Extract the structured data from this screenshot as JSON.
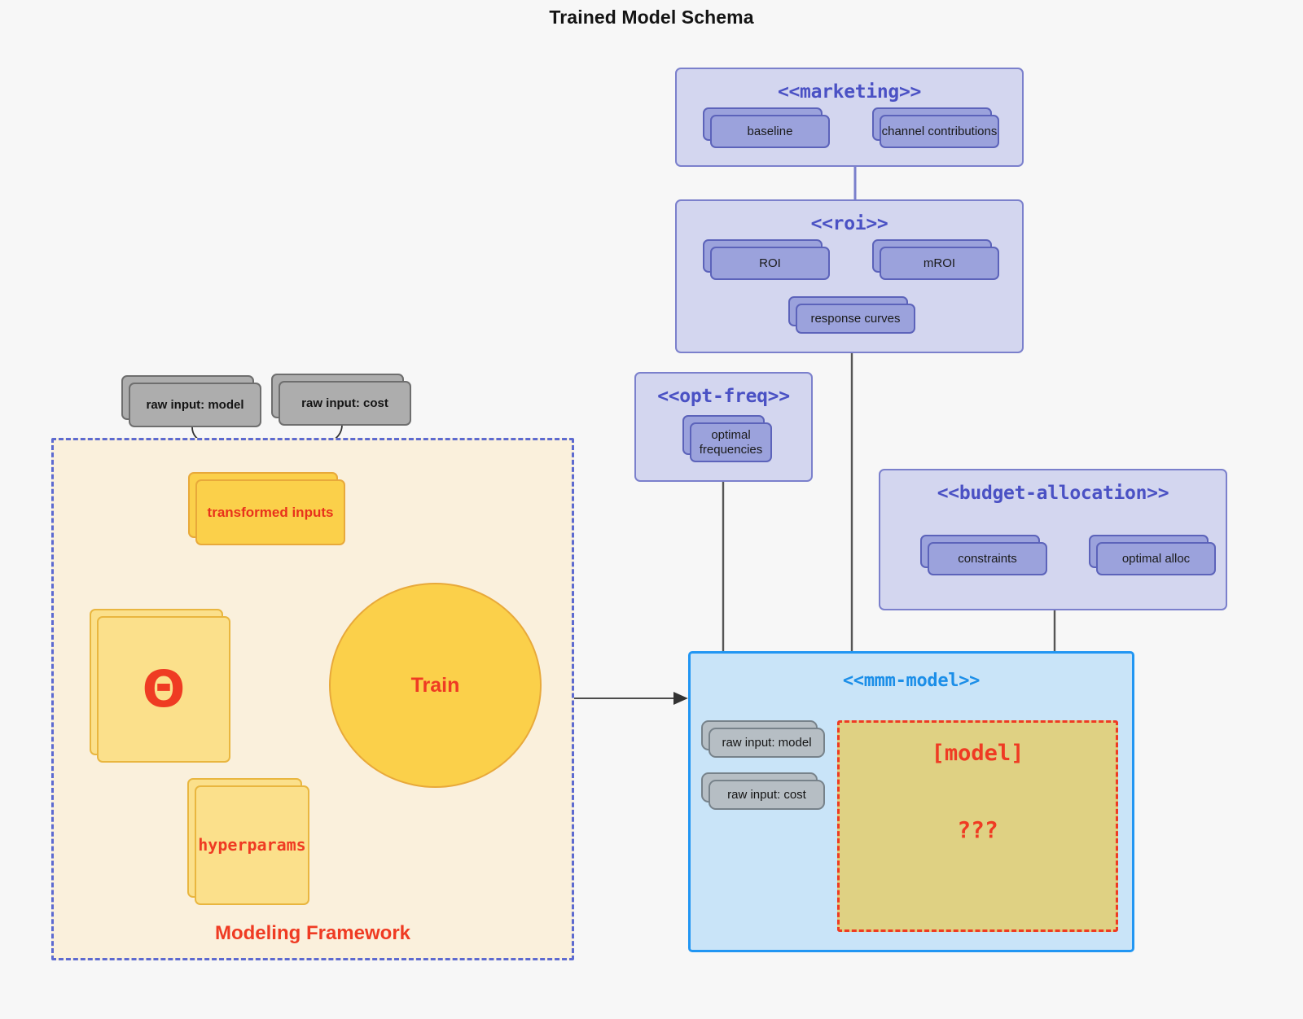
{
  "title": "Trained Model Schema",
  "packages": {
    "marketing": {
      "title": "<<marketing>>",
      "nodes": [
        {
          "label": "baseline"
        },
        {
          "label": "channel contributions"
        }
      ]
    },
    "roi": {
      "title": "<<roi>>",
      "nodes": [
        {
          "label": "ROI"
        },
        {
          "label": "mROI"
        },
        {
          "label": "response curves"
        }
      ]
    },
    "opt_freq": {
      "title": "<<opt-freq>>",
      "nodes": [
        {
          "label": "optimal\nfrequencies",
          "line1": "optimal",
          "line2": "frequencies"
        }
      ]
    },
    "budget_allocation": {
      "title": "<<budget-allocation>>",
      "nodes": [
        {
          "label": "constraints"
        },
        {
          "label": "optimal alloc"
        }
      ]
    },
    "mmm_model": {
      "title": "<<mmm-model>>",
      "inputs": [
        {
          "label": "raw input: model"
        },
        {
          "label": "raw input: cost"
        }
      ],
      "slot": {
        "title": "[model]",
        "unknown": "???"
      }
    }
  },
  "framework": {
    "label": "Modeling Framework",
    "raw_inputs": [
      {
        "label": "raw input: model"
      },
      {
        "label": "raw input: cost"
      }
    ],
    "transformed": {
      "label": "transformed inputs"
    },
    "theta": {
      "label": "Θ"
    },
    "hyperparams": {
      "label": "hyperparams"
    },
    "train": {
      "label": "Train"
    }
  },
  "colors": {
    "page_background": "#f7f7f7",
    "package_fill": "#d3d6ef",
    "package_border": "#7b80cc",
    "package_title": "#4a51c4",
    "node_purple_fill": "#9ba2dc",
    "node_purple_border": "#5c63ba",
    "node_grey_fill": "#adadad",
    "node_grey_border": "#6e6e6e",
    "node_grey_soft_fill": "#b6bec4",
    "mmm_fill": "#c9e4f8",
    "mmm_border": "#2196f3",
    "mmm_title": "#1b8ee8",
    "framework_fill": "#faf0dc",
    "framework_border": "#5d6ad0",
    "accent_red": "#ef3b23",
    "node_yellow_fill": "#fbd04a",
    "node_yellow_border": "#e8a93a",
    "node_yellow_pale_fill": "#fbe08b",
    "model_slot_fill": "#dfd183",
    "connector_grey": "#555555"
  }
}
